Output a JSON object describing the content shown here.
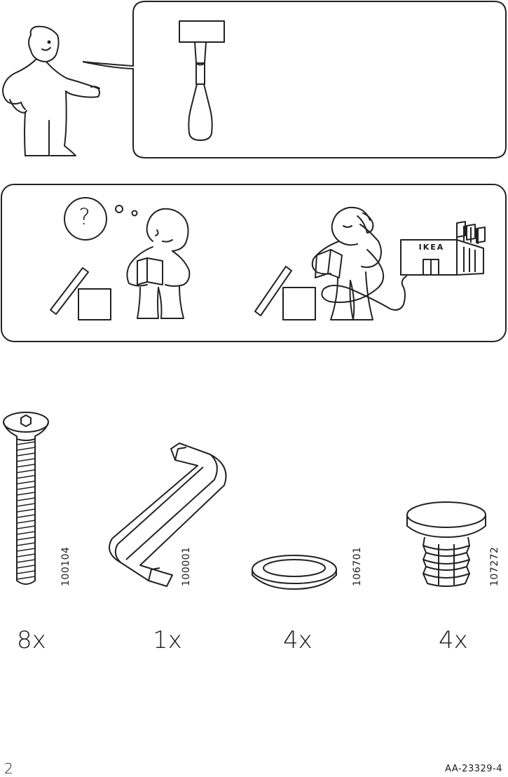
{
  "page": {
    "number": "2",
    "doc_code": "AA-23329-4"
  },
  "panels": {
    "tools": {
      "tool_icon": "rubber-mallet-and-screwdriver"
    },
    "help": {
      "question_mark": "?",
      "store_sign": "IKEA"
    }
  },
  "parts": [
    {
      "name": "countersunk-bolt",
      "part_number": "100104",
      "quantity": "8x"
    },
    {
      "name": "hex-key",
      "part_number": "100001",
      "quantity": "1x"
    },
    {
      "name": "washer",
      "part_number": "106701",
      "quantity": "4x"
    },
    {
      "name": "glide-foot",
      "part_number": "107272",
      "quantity": "4x"
    }
  ]
}
